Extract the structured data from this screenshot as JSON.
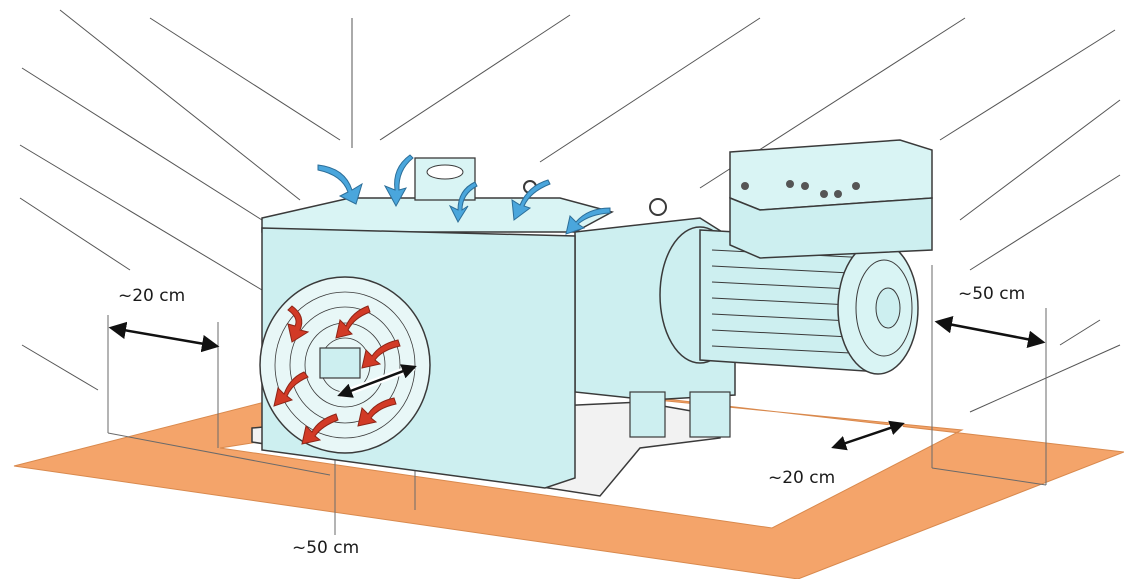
{
  "figure": {
    "labels": {
      "left_clearance": "~20 cm",
      "right_clearance": "~50 cm",
      "back_clearance": "~20 cm",
      "front_clearance": "~50 cm"
    },
    "colors": {
      "floor_zone": "#f4a46a",
      "pump_body": "#cdeff0",
      "outline": "#3a3a3a",
      "air_in": "#4aa6dc",
      "air_out": "#d23a26",
      "dimension": "#111111",
      "hatch": "#3a3a3a"
    },
    "icons": [
      "air-intake-arrow-icon",
      "air-exhaust-arrow-icon",
      "double-headed-arrow-icon"
    ]
  }
}
